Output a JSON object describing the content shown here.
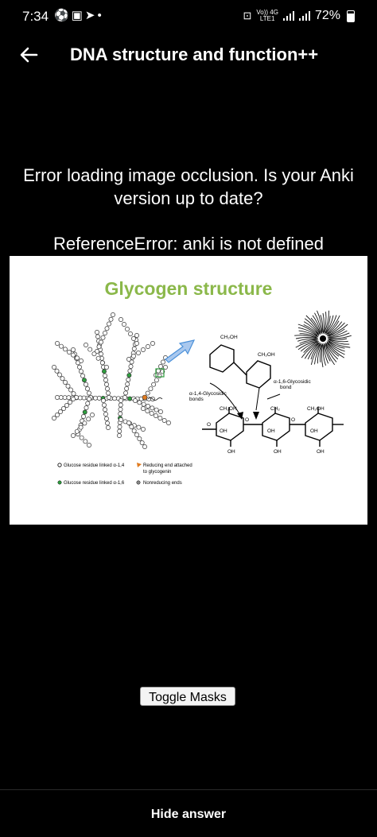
{
  "status_bar": {
    "time": "7:34",
    "network_top": "Vo)) 4G",
    "network_bottom": "LTE1",
    "battery": "72%"
  },
  "app_bar": {
    "title": "DNA structure and function++",
    "back_icon": "arrow-left-icon"
  },
  "message": {
    "error_line": "Error loading image occlusion. Is your Anki version up to date?",
    "reference_error": "ReferenceError: anki is not defined"
  },
  "figure": {
    "title": "Glycogen structure",
    "labels": {
      "ch2oh_top": "CH₂OH",
      "alpha16": "α-1,6-Glycosidic",
      "alpha16_b": "bond",
      "alpha14": "α-1,4-Glycosidic",
      "alpha14_b": "bonds",
      "ch2oh_1": "CH₂OH",
      "ch2": "CH₂",
      "ch2oh_3": "CH₂OH",
      "o": "O",
      "oh": "OH"
    },
    "legend": {
      "item1": "Glucose residue linked α-1,4",
      "item2": "Reducing end attached",
      "item2b": "to glycogenin",
      "item3": "Glucose residue linked α-1,6",
      "item4": "Nonreducing ends"
    },
    "colors": {
      "title": "#8bb84a",
      "branch_point": "#2e9e3e",
      "reducing_end": "#e07b20",
      "arrow": "#4a90d9"
    }
  },
  "toggle_masks_label": "Toggle Masks",
  "hide_answer_label": "Hide answer"
}
